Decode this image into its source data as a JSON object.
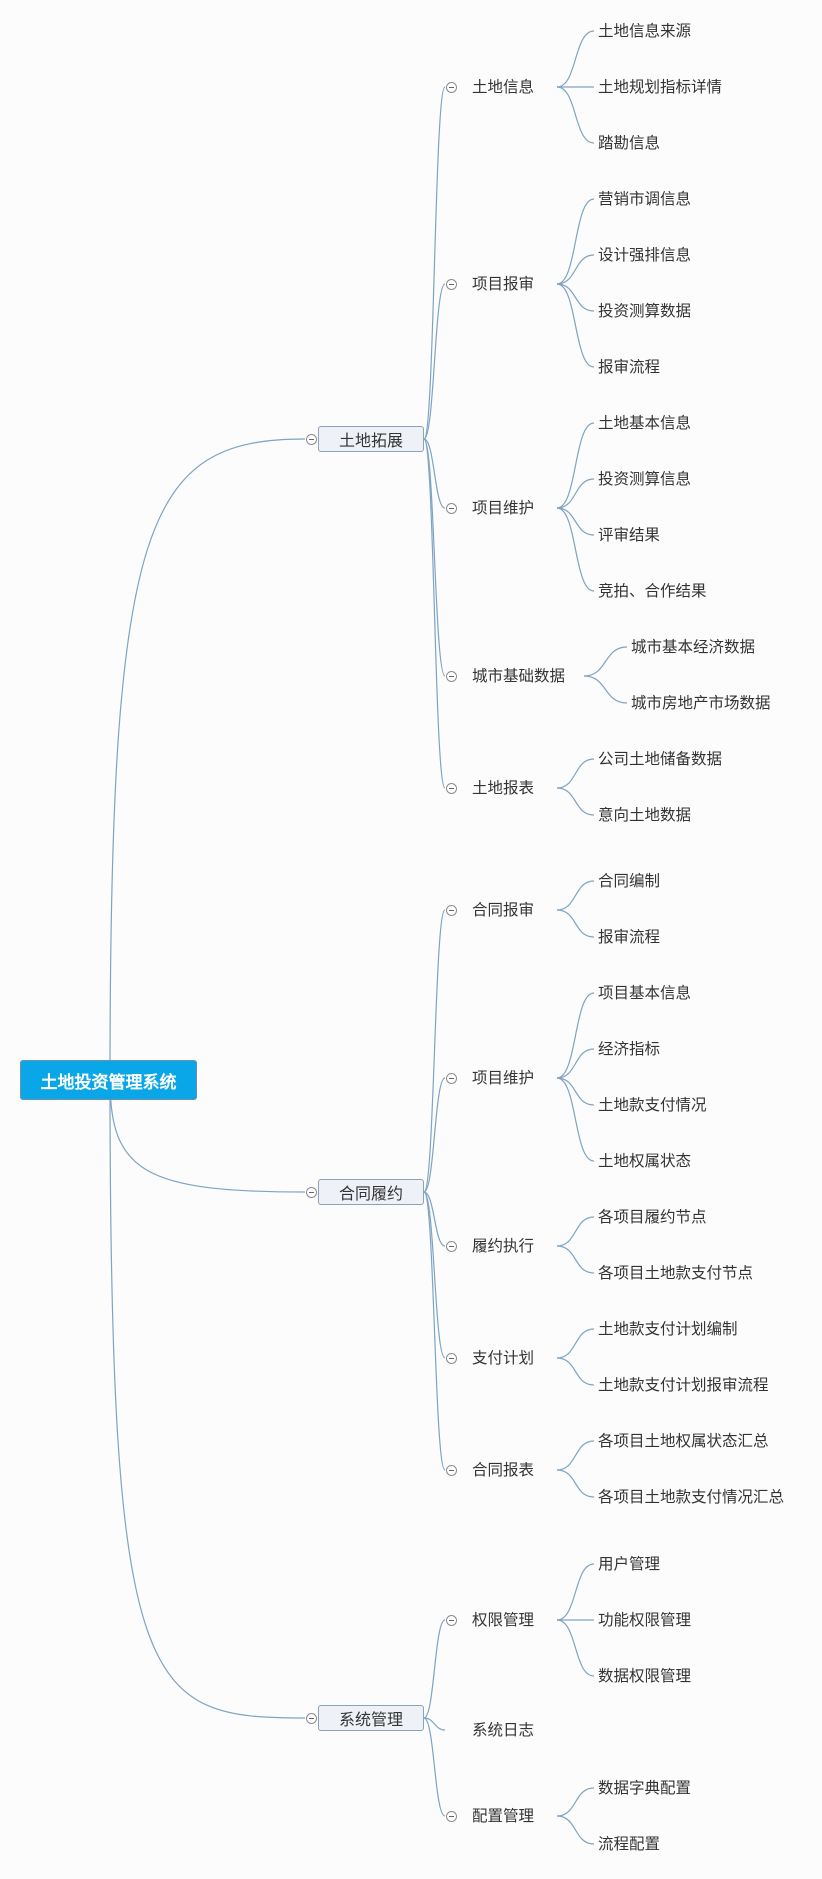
{
  "mindmap": {
    "root": "土地投资管理系统",
    "branches": [
      {
        "label": "土地拓展",
        "children": [
          {
            "label": "土地信息",
            "children": [
              "土地信息来源",
              "土地规划指标详情",
              "踏勘信息"
            ]
          },
          {
            "label": "项目报审",
            "children": [
              "营销市调信息",
              "设计强排信息",
              "投资测算数据",
              "报审流程"
            ]
          },
          {
            "label": "项目维护",
            "children": [
              "土地基本信息",
              "投资测算信息",
              "评审结果",
              "竞拍、合作结果"
            ]
          },
          {
            "label": "城市基础数据",
            "children": [
              "城市基本经济数据",
              "城市房地产市场数据"
            ]
          },
          {
            "label": "土地报表",
            "children": [
              "公司土地储备数据",
              "意向土地数据"
            ]
          }
        ]
      },
      {
        "label": "合同履约",
        "children": [
          {
            "label": "合同报审",
            "children": [
              "合同编制",
              "报审流程"
            ]
          },
          {
            "label": "项目维护",
            "children": [
              "项目基本信息",
              "经济指标",
              "土地款支付情况",
              "土地权属状态"
            ]
          },
          {
            "label": "履约执行",
            "children": [
              "各项目履约节点",
              "各项目土地款支付节点"
            ]
          },
          {
            "label": "支付计划",
            "children": [
              "土地款支付计划编制",
              "土地款支付计划报审流程"
            ]
          },
          {
            "label": "合同报表",
            "children": [
              "各项目土地权属状态汇总",
              "各项目土地款支付情况汇总"
            ]
          }
        ]
      },
      {
        "label": "系统管理",
        "children": [
          {
            "label": "权限管理",
            "children": [
              "用户管理",
              "功能权限管理",
              "数据权限管理"
            ]
          },
          {
            "label": "系统日志",
            "children": []
          },
          {
            "label": "配置管理",
            "children": [
              "数据字典配置",
              "流程配置"
            ]
          }
        ]
      }
    ]
  },
  "colors": {
    "link": "#7fa3c4",
    "root_fill": "#0aa7e8",
    "root_text": "#ffffff",
    "box_fill": "#eef2f7",
    "box_border": "#8aa2bc",
    "text": "#333333"
  }
}
